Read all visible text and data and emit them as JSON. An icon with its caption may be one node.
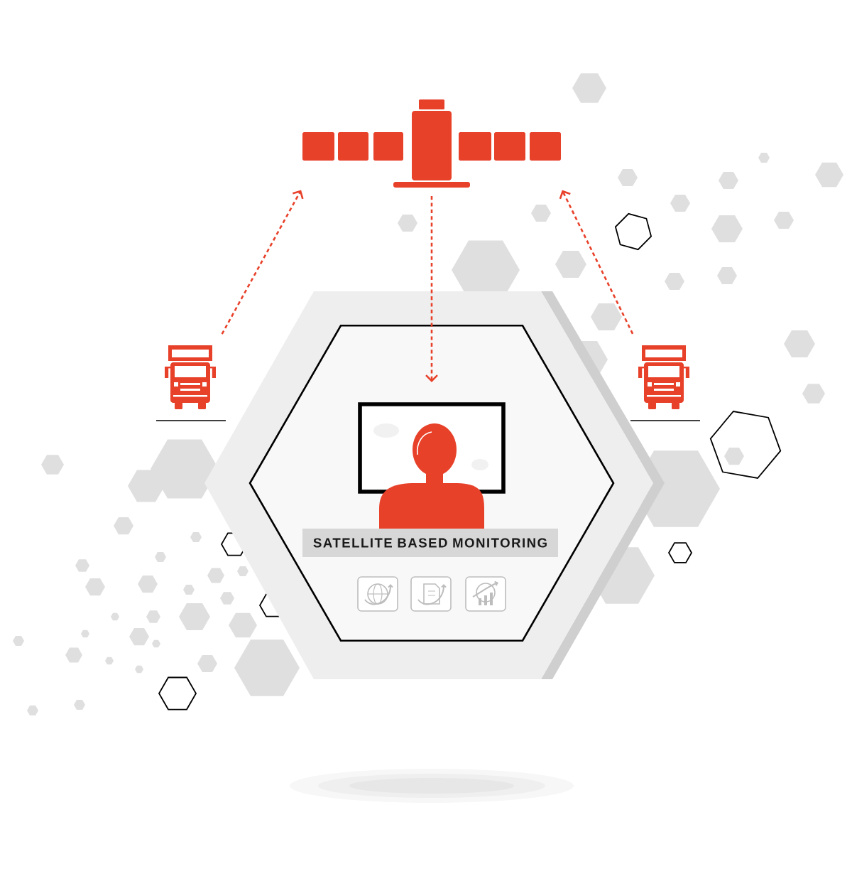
{
  "diagram": {
    "nodes": [
      {
        "text": [],
        "shape": "picture"
      },
      {
        "text": [],
        "shape": "picture"
      },
      {
        "text": [],
        "shape": "picture"
      },
      {
        "text": [],
        "shape": "hexagon"
      },
      {
        "text": [],
        "shape": "picture",
        "in": 3
      },
      {
        "text": [
          "SATELLITE BASED MONITORING"
        ],
        "in": 3
      }
    ],
    "edges": [
      {
        "from": 1,
        "to": 0,
        "arrow": "to",
        "style": "dashed"
      },
      {
        "from": 0,
        "to": 4,
        "arrow": "to",
        "style": "dashed"
      },
      {
        "from": 2,
        "to": 0,
        "arrow": "to",
        "style": "dashed"
      }
    ]
  }
}
